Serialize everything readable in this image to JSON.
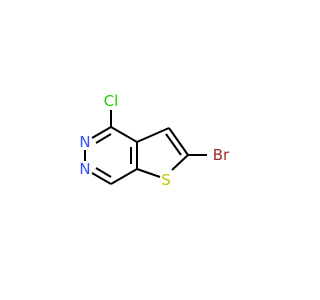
{
  "atoms": {
    "cl": {
      "label": "Cl",
      "color": "#1fd000"
    },
    "br": {
      "label": "Br",
      "color": "#a62828"
    },
    "s": {
      "label": "S",
      "color": "#c6c600"
    },
    "n_upper": {
      "label": "N",
      "color": "#3050f8"
    },
    "n_lower": {
      "label": "N",
      "color": "#3050f8"
    }
  },
  "colors": {
    "bond": "#000000",
    "background": "#ffffff"
  }
}
